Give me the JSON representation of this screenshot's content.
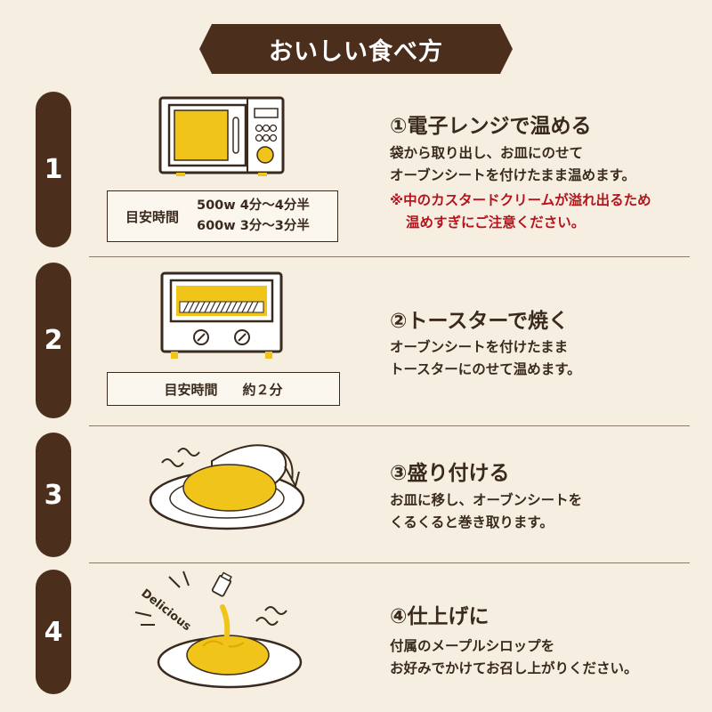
{
  "header": {
    "title": "おいしい食べ方"
  },
  "steps": [
    {
      "number": "1",
      "title": "①電子レンジで温める",
      "desc": [
        "袋から取り出し、お皿にのせて",
        "オーブンシートを付けたまま温めます。"
      ],
      "warning": [
        "※中のカスタードクリームが溢れ出るため",
        "温めすぎにご注意ください。"
      ],
      "time_label": "目安時間",
      "time_values": [
        "500w 4分～4分半",
        "600w 3分～3分半"
      ]
    },
    {
      "number": "2",
      "title": "②トースターで焼く",
      "desc": [
        "オーブンシートを付けたまま",
        "トースターにのせて温めます。"
      ],
      "time_label": "目安時間",
      "time_value": "約２分"
    },
    {
      "number": "3",
      "title": "③盛り付ける",
      "desc": [
        "お皿に移し、オーブンシートを",
        "くるくると巻き取ります。"
      ]
    },
    {
      "number": "4",
      "title": "④仕上げに",
      "desc": [
        "付属のメープルシロップを",
        "お好みでかけてお召し上がりください。"
      ],
      "illustration_text": "Delicious"
    }
  ],
  "colors": {
    "background": "#f6efe1",
    "brown": "#4b2e1c",
    "yellow": "#f0c419",
    "warning_red": "#b3141d"
  },
  "icons": [
    "microwave-icon",
    "toaster-icon",
    "plate-pancake-icon",
    "syrup-pancake-icon"
  ]
}
